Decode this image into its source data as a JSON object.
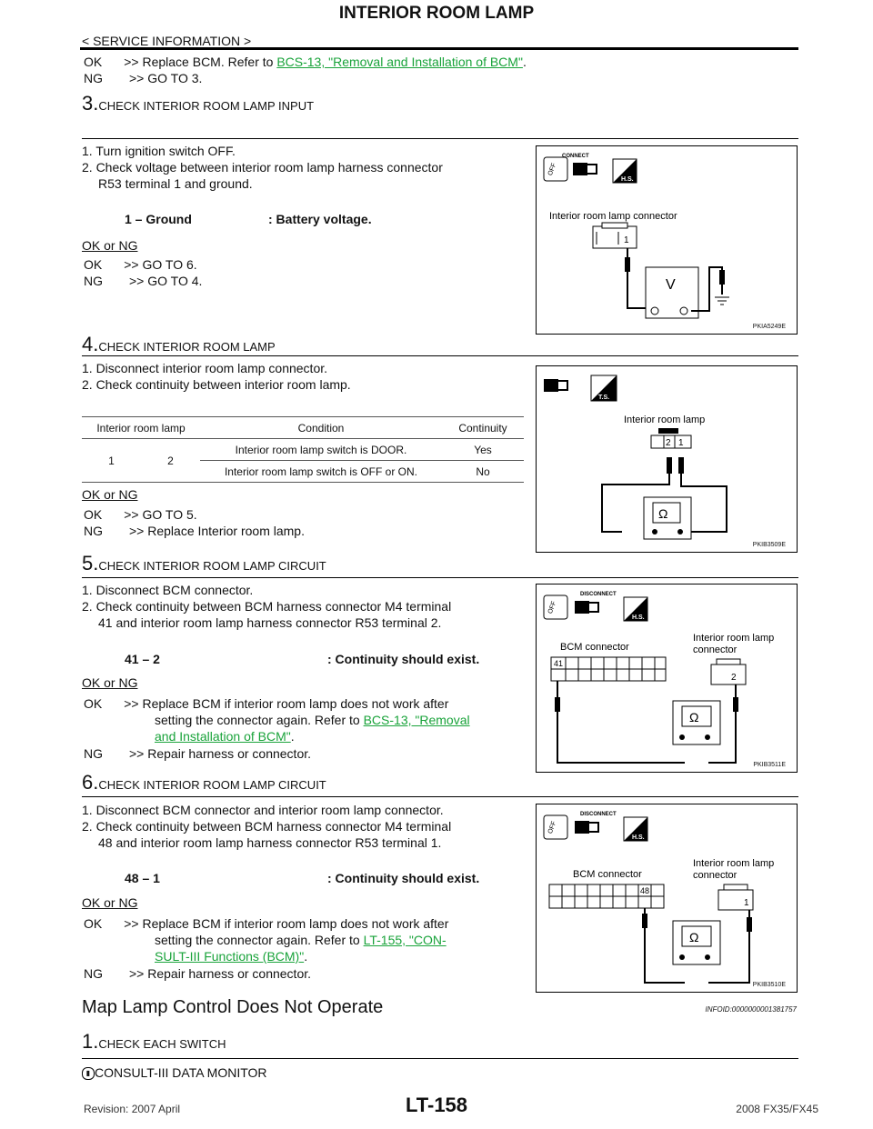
{
  "header": {
    "title": "INTERIOR ROOM LAMP",
    "subheader": "< SERVICE INFORMATION >"
  },
  "intro": {
    "ok_label": "OK",
    "ok_text": ">> Replace BCM. Refer to ",
    "ok_link": "BCS-13, \"Removal and Installation of BCM\"",
    "ok_end": ".",
    "ng_label": "NG",
    "ng_text": ">> GO TO 3."
  },
  "step3": {
    "num": "3.",
    "title": "CHECK INTERIOR ROOM LAMP INPUT",
    "line1": "1.  Turn ignition switch OFF.",
    "line2a": "2.  Check voltage between interior room lamp harness connector",
    "line2b": "R53 terminal 1 and ground.",
    "spec_left": "1 – Ground",
    "spec_right": ": Battery voltage.",
    "okng": "OK or NG",
    "ok": "OK",
    "ok_text": ">> GO TO 6.",
    "ng": "NG",
    "ng_text": ">> GO TO 4.",
    "fig_connect": "CONNECT",
    "fig_label": "Interior room lamp connector",
    "fig_term": "1",
    "fig_meter": "V",
    "fig_code": "PKIA5249E"
  },
  "step4": {
    "num": "4.",
    "title": "CHECK INTERIOR ROOM LAMP",
    "line1": "1.  Disconnect interior room lamp connector.",
    "line2": "2.  Check continuity between interior room lamp.",
    "table": {
      "headers": [
        "Interior room lamp",
        "Condition",
        "Continuity"
      ],
      "t1": "1",
      "t2": "2",
      "rows": [
        {
          "condition": "Interior room lamp switch is DOOR.",
          "continuity": "Yes"
        },
        {
          "condition": "Interior room lamp switch is OFF or ON.",
          "continuity": "No"
        }
      ]
    },
    "okng": "OK or NG",
    "ok": "OK",
    "ok_text": ">> GO TO 5.",
    "ng": "NG",
    "ng_text": ">> Replace Interior room lamp.",
    "fig_label": "Interior room lamp",
    "fig_t2": "2",
    "fig_t1": "1",
    "fig_meter": "Ω",
    "fig_code": "PKIB3509E"
  },
  "step5": {
    "num": "5.",
    "title": "CHECK INTERIOR ROOM LAMP CIRCUIT",
    "line1": "1.  Disconnect BCM connector.",
    "line2a": "2.  Check continuity between BCM harness connector M4 terminal",
    "line2b": "41 and interior room lamp harness connector R53 terminal 2.",
    "spec_left": "41 – 2",
    "spec_right": ": Continuity should exist.",
    "okng": "OK or NG",
    "ok": "OK",
    "ok_text": ">> Replace BCM if interior room lamp does not work after",
    "ok_text2": "setting the connector again. Refer to ",
    "ok_link1": "BCS-13, \"Removal",
    "ok_link2": "and Installation of BCM\"",
    "ok_end": ".",
    "ng": "NG",
    "ng_text": ">> Repair harness or connector.",
    "fig_disconnect": "DISCONNECT",
    "fig_bcm": "BCM connector",
    "fig_lamp1": "Interior room lamp",
    "fig_lamp2": "connector",
    "fig_t41": "41",
    "fig_t2": "2",
    "fig_meter": "Ω",
    "fig_code": "PKIB3511E"
  },
  "step6": {
    "num": "6.",
    "title": "CHECK INTERIOR ROOM LAMP CIRCUIT",
    "line1": "1.  Disconnect BCM connector and interior room lamp connector.",
    "line2a": "2.  Check continuity between BCM harness connector M4 terminal",
    "line2b": "48 and interior room lamp harness connector R53 terminal 1.",
    "spec_left": "48 – 1",
    "spec_right": ": Continuity should exist.",
    "okng": "OK or NG",
    "ok": "OK",
    "ok_text": ">> Replace BCM if interior room lamp does not work after",
    "ok_text2": "setting the connector again. Refer to ",
    "ok_link1": "LT-155, \"CON-",
    "ok_link2": "SULT-III Functions (BCM)\"",
    "ok_end": ".",
    "ng": "NG",
    "ng_text": ">> Repair harness or connector.",
    "fig_disconnect": "DISCONNECT",
    "fig_bcm": "BCM connector",
    "fig_lamp1": "Interior room lamp",
    "fig_lamp2": "connector",
    "fig_t48": "48",
    "fig_t1": "1",
    "fig_meter": "Ω",
    "fig_code": "PKIB3510E"
  },
  "map_section": {
    "title": "Map Lamp Control Does Not Operate",
    "infoid": "INFOID:0000000001381757",
    "num": "1.",
    "step_title": "CHECK EACH SWITCH",
    "consult": "CONSULT-III DATA MONITOR"
  },
  "footer": {
    "revision": "Revision: 2007 April",
    "page": "LT-158",
    "model": "2008 FX35/FX45"
  },
  "icons": {
    "connect": "connect-icon",
    "disconnect": "disconnect-icon",
    "hs": "h-s-icon",
    "ts": "t-s-icon",
    "consult": "consult-icon"
  }
}
